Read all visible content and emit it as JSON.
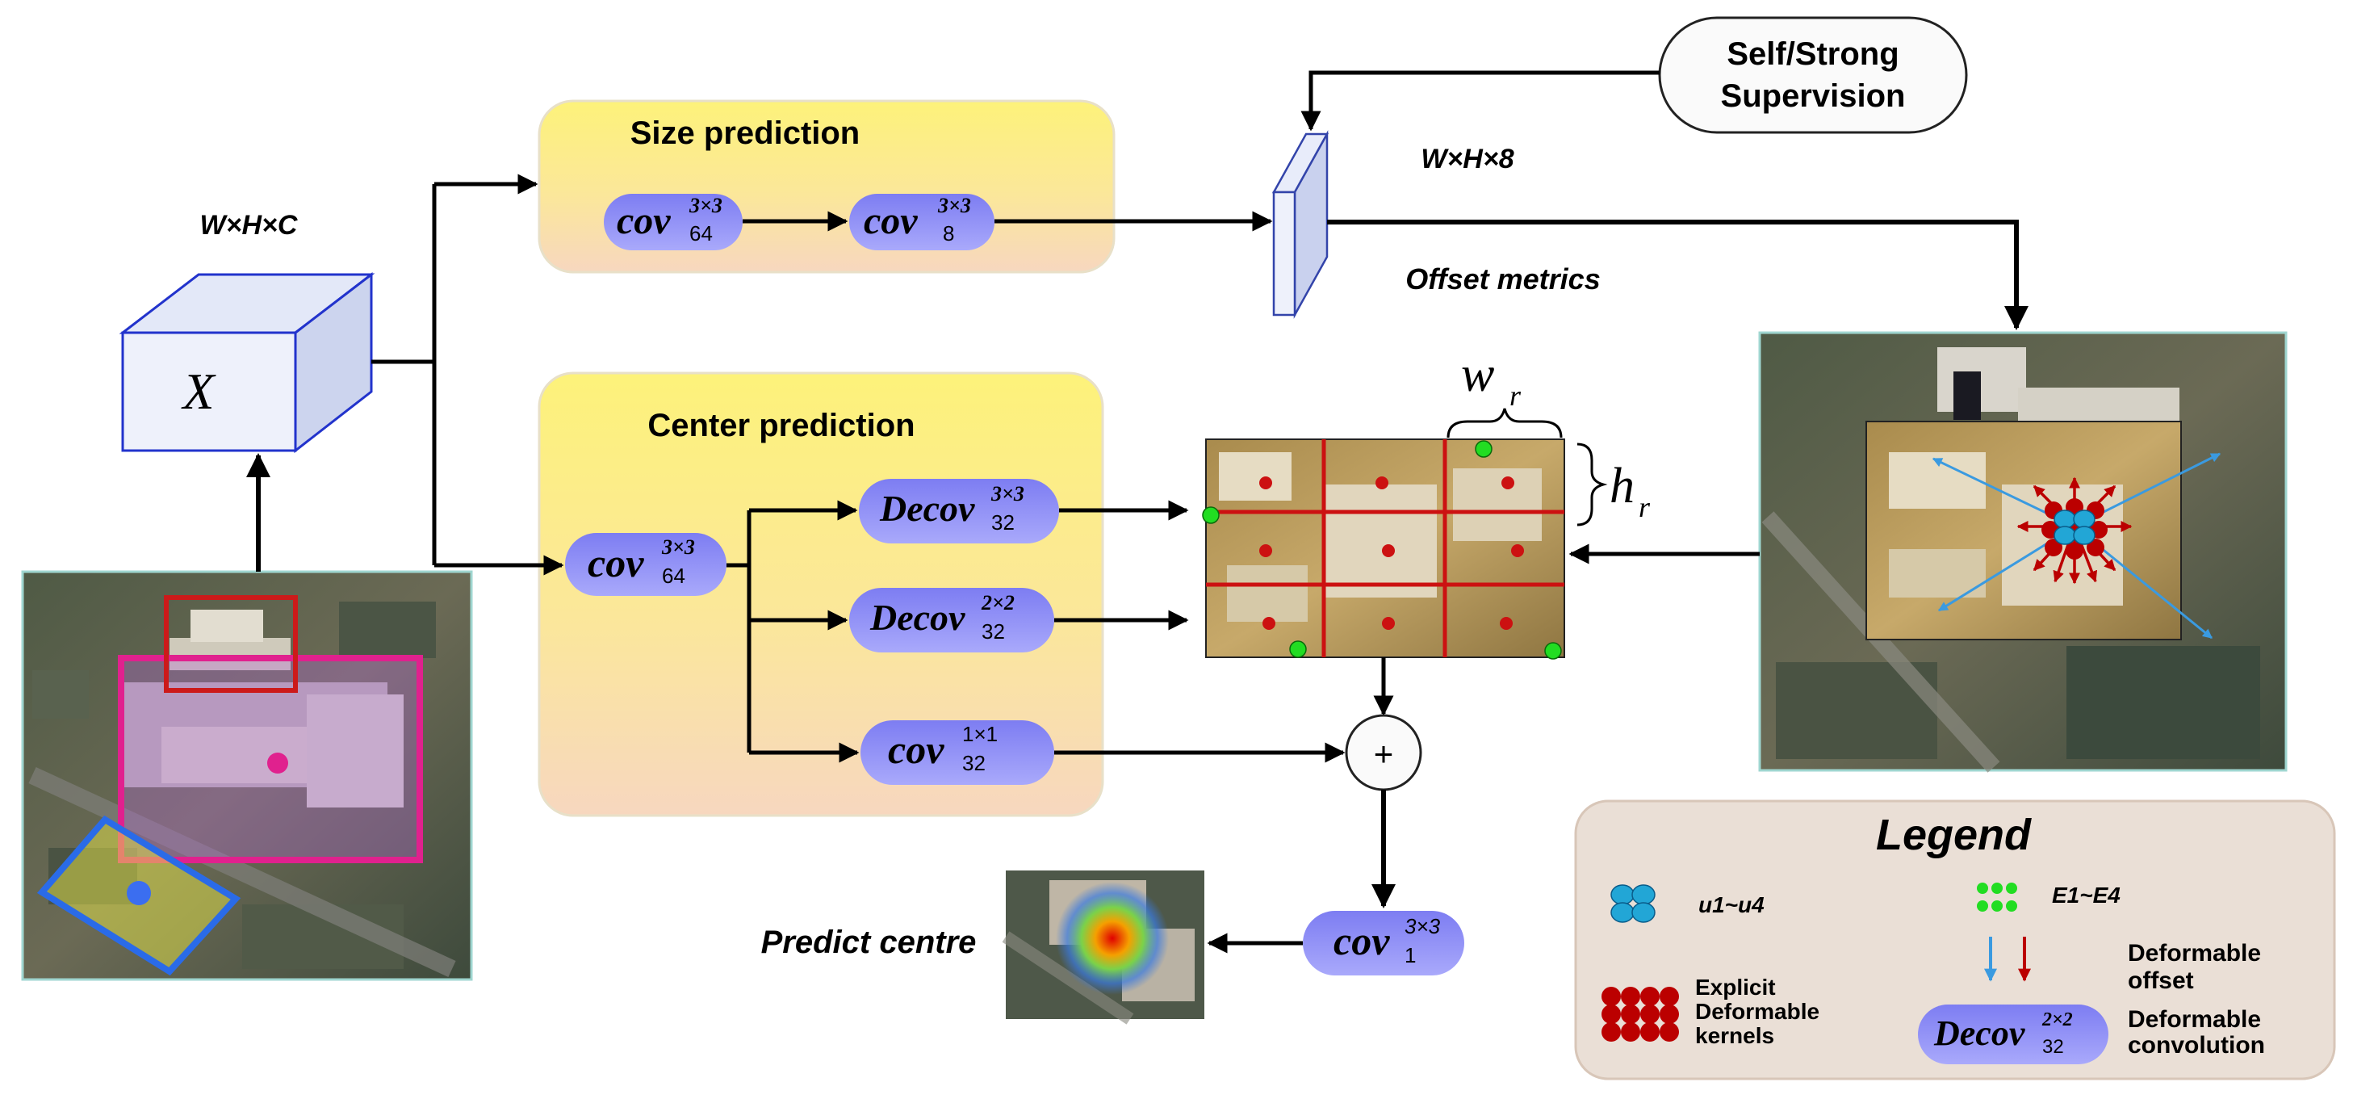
{
  "dims": {
    "input": "W×H×C",
    "offset": "W×H×8"
  },
  "input_cube_label": "X",
  "supervision": {
    "line1": "Self/Strong",
    "line2": "Supervision"
  },
  "offset_metrics_label": "Offset metrics",
  "size_prediction": {
    "title": "Size prediction",
    "ops": [
      {
        "name": "cov",
        "sup": "3×3",
        "sub": "64"
      },
      {
        "name": "cov",
        "sup": "3×3",
        "sub": "8"
      }
    ]
  },
  "center_prediction": {
    "title": "Center prediction",
    "entry_op": {
      "name": "cov",
      "sup": "3×3",
      "sub": "64"
    },
    "branches": [
      {
        "name": "Decov",
        "sup": "3×3",
        "sub": "32"
      },
      {
        "name": "Decov",
        "sup": "2×2",
        "sub": "32"
      },
      {
        "name": "cov",
        "sup": "1×1",
        "sub": "32"
      }
    ]
  },
  "grid_labels": {
    "w": "w",
    "w_sub": "r",
    "h": "h",
    "h_sub": "r"
  },
  "sum_symbol": "+",
  "final_op": {
    "name": "cov",
    "sup": "3×3",
    "sub": "1"
  },
  "predict_centre_label": "Predict centre",
  "legend": {
    "title": "Legend",
    "items": {
      "u": "u1~u4",
      "e": "E1~E4",
      "offset": [
        "Deformable",
        "offset"
      ],
      "kernels": [
        "Explicit",
        "Deformable",
        "kernels"
      ],
      "conv": [
        "Deformable",
        "convolution"
      ],
      "conv_op": {
        "name": "Decov",
        "sup": "2×2",
        "sub": "32"
      }
    }
  },
  "colors": {
    "panel_top": "#fdf27a",
    "panel_bottom": "#f7dcc0",
    "op_fill": "#8e8ef5",
    "legend_bg": "#eadfd6",
    "grid_line": "#cc1111",
    "arrow": "#000000",
    "blue_point": "#1e90ff",
    "green_point": "#22dd22",
    "red_kernel": "#bb0000"
  }
}
